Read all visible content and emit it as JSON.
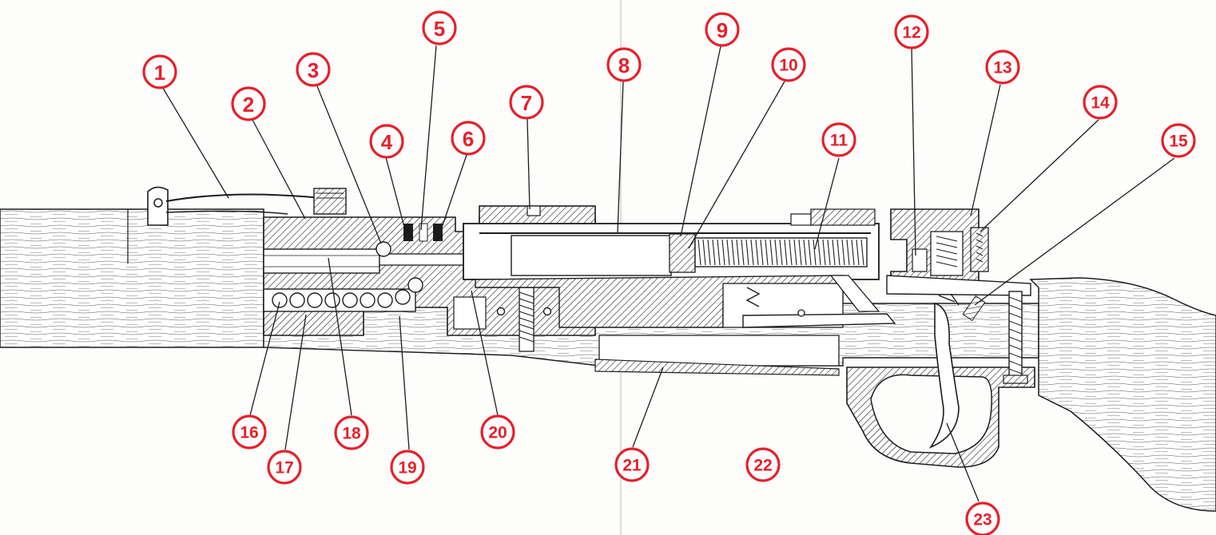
{
  "figure": {
    "callout_color": "#e5202a",
    "ink_color": "#1c1c1c",
    "paper_color": "#fdfdfb",
    "callouts": [
      {
        "id": "c1",
        "label": "1"
      },
      {
        "id": "c2",
        "label": "2"
      },
      {
        "id": "c3",
        "label": "3"
      },
      {
        "id": "c4",
        "label": "4"
      },
      {
        "id": "c5",
        "label": "5"
      },
      {
        "id": "c6",
        "label": "6"
      },
      {
        "id": "c7",
        "label": "7"
      },
      {
        "id": "c8",
        "label": "8"
      },
      {
        "id": "c9",
        "label": "9"
      },
      {
        "id": "c10",
        "label": "10"
      },
      {
        "id": "c11",
        "label": "11"
      },
      {
        "id": "c12",
        "label": "12"
      },
      {
        "id": "c13",
        "label": "13"
      },
      {
        "id": "c14",
        "label": "14"
      },
      {
        "id": "c15",
        "label": "15"
      },
      {
        "id": "c16",
        "label": "16"
      },
      {
        "id": "c17",
        "label": "17"
      },
      {
        "id": "c18",
        "label": "18"
      },
      {
        "id": "c19",
        "label": "19"
      },
      {
        "id": "c20",
        "label": "20"
      },
      {
        "id": "c21",
        "label": "21"
      },
      {
        "id": "c22",
        "label": "22"
      },
      {
        "id": "c23",
        "label": "23"
      }
    ]
  }
}
